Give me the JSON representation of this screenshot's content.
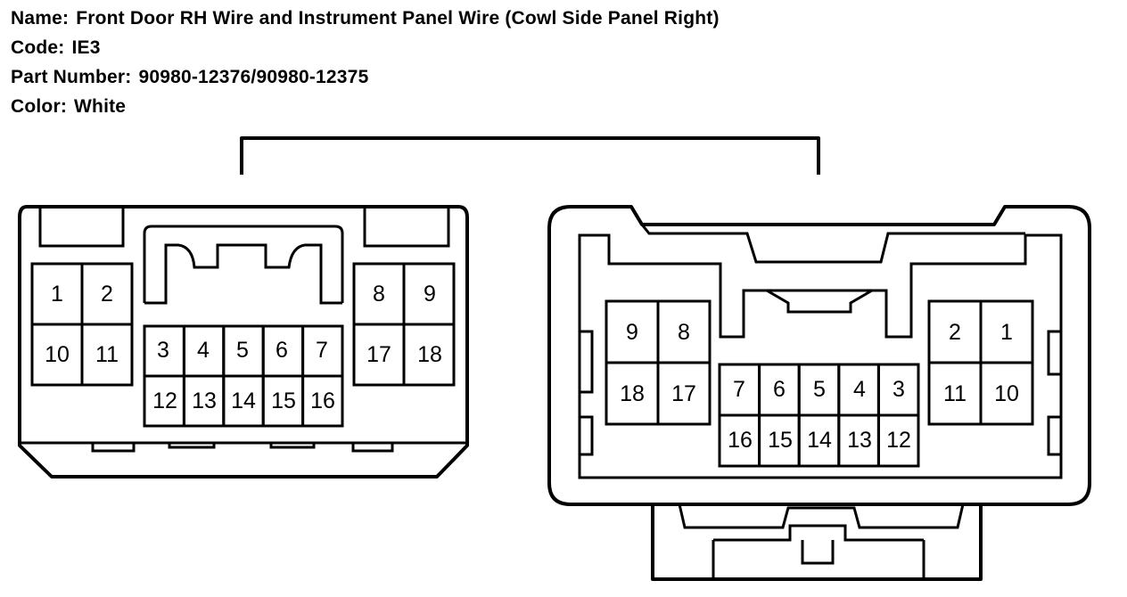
{
  "header": {
    "name_label": "Name:",
    "name_value": "Front Door RH Wire and Instrument Panel Wire (Cowl Side Panel Right)",
    "code_label": "Code:",
    "code_value": "IE3",
    "part_label": "Part Number:",
    "part_value": "90980-12376/90980-12375",
    "color_label": "Color:",
    "color_value": "White"
  },
  "connector_left": {
    "pins": [
      "1",
      "2",
      "10",
      "11",
      "3",
      "4",
      "5",
      "6",
      "7",
      "12",
      "13",
      "14",
      "15",
      "16",
      "8",
      "9",
      "17",
      "18"
    ]
  },
  "connector_right": {
    "pins": [
      "9",
      "8",
      "18",
      "17",
      "7",
      "6",
      "5",
      "4",
      "3",
      "16",
      "15",
      "14",
      "13",
      "12",
      "2",
      "1",
      "11",
      "10"
    ]
  }
}
